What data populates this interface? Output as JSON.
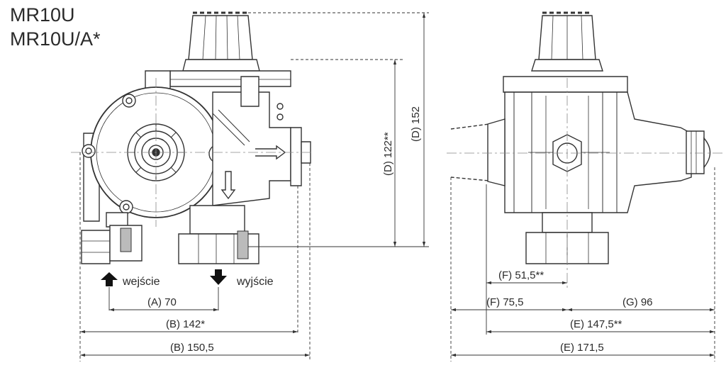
{
  "title": {
    "line1": "MR10U",
    "line2": "MR10U/A*"
  },
  "labels": {
    "inlet": "wejście",
    "outlet": "wyjście"
  },
  "dimensions": {
    "A": "(A) 70",
    "B_star": "(B) 142*",
    "B": "(B) 150,5",
    "D_star": "(D) 122**",
    "D": "(D) 152",
    "F_star": "(F) 51,5**",
    "F": "(F) 75,5",
    "G": "(G) 96",
    "E_star": "(E) 147,5**",
    "E": "(E) 171,5"
  }
}
